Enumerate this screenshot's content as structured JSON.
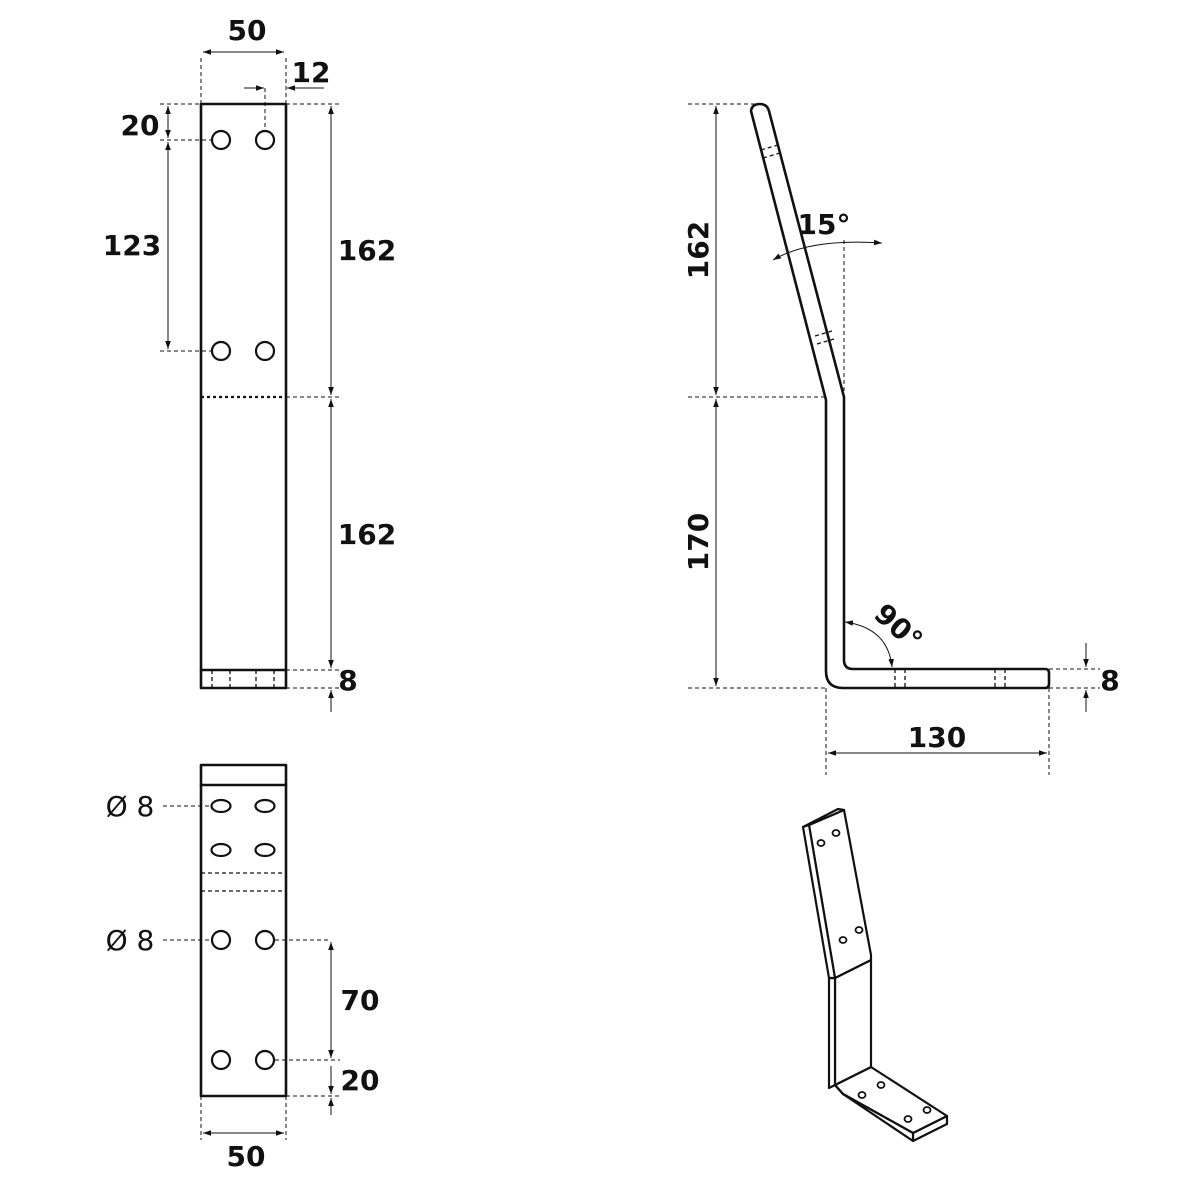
{
  "front_view": {
    "dims": {
      "width_top": "50",
      "hole_offset": "12",
      "top_edge": "20",
      "hole_spacing": "123",
      "upper_height": "162",
      "lower_height": "162",
      "thickness": "8"
    }
  },
  "bottom_view": {
    "dims": {
      "hole_dia_upper": "Ø 8",
      "hole_dia_lower": "Ø 8",
      "hole_spacing": "70",
      "bottom_edge": "20",
      "width_bottom": "50"
    }
  },
  "side_view": {
    "dims": {
      "upper_height": "162",
      "bend_angle": "15°",
      "lower_height": "170",
      "right_angle": "90°",
      "thickness": "8",
      "base_length": "130"
    }
  }
}
